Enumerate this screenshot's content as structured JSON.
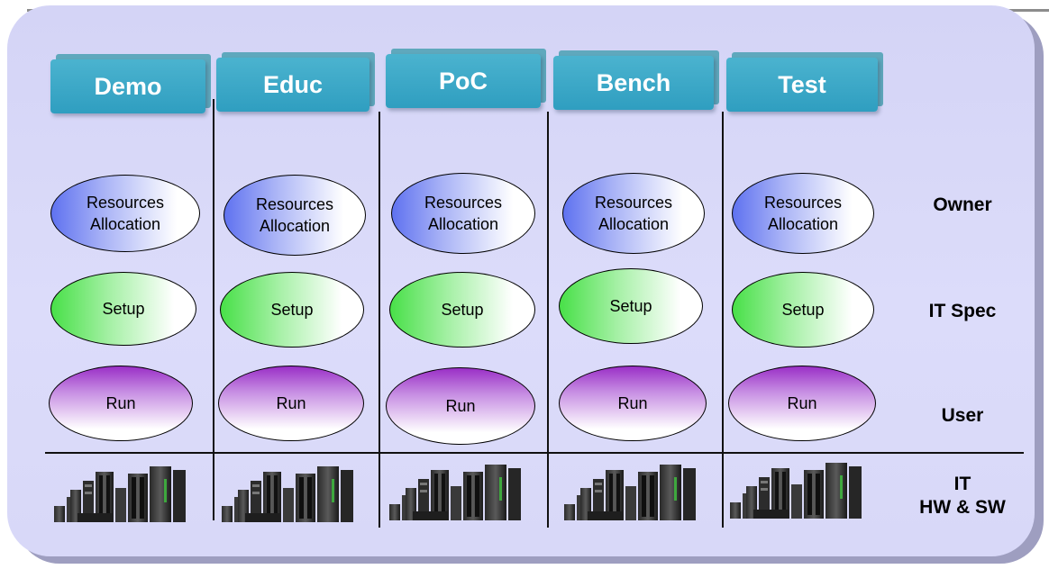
{
  "columns": [
    {
      "tab": "Demo",
      "resources": [
        "Resources",
        "Allocation"
      ],
      "setup": "Setup",
      "run": "Run"
    },
    {
      "tab": "Educ",
      "resources": [
        "Resources",
        "Allocation"
      ],
      "setup": "Setup",
      "run": "Run"
    },
    {
      "tab": "PoC",
      "resources": [
        "Resources",
        "Allocation"
      ],
      "setup": "Setup",
      "run": "Run"
    },
    {
      "tab": "Bench",
      "resources": [
        "Resources",
        "Allocation"
      ],
      "setup": "Setup",
      "run": "Run"
    },
    {
      "tab": "Test",
      "resources": [
        "Resources",
        "Allocation"
      ],
      "setup": "Setup",
      "run": "Run"
    }
  ],
  "row_labels": {
    "owner": "Owner",
    "it_spec": "IT Spec",
    "user": "User",
    "it": "IT",
    "hw_sw": "HW & SW"
  },
  "colors": {
    "tab": "#2f9ec0",
    "panel": "#d8d8f8",
    "resources": "#5f72f0",
    "setup": "#48e048",
    "run": "#9a2fc6"
  },
  "icons": [
    "server-rack-icon"
  ]
}
